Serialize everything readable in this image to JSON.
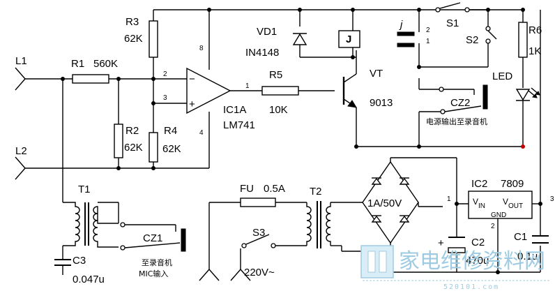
{
  "components": {
    "L1": "L1",
    "L2": "L2",
    "R1": "R1",
    "R1_value": "560K",
    "R2": "R2",
    "R2_value": "62K",
    "R3": "R3",
    "R3_value": "62K",
    "R4": "R4",
    "R4_value": "62K",
    "R5": "R5",
    "R5_value": "10K",
    "R6": "R6",
    "R6_value": "1K",
    "IC1": "IC1A",
    "IC1_model": "LM741",
    "VD1": "VD1",
    "VD1_model": "IN4148",
    "VT": "VT",
    "VT_model": "9013",
    "relay": "J",
    "relay_contact": "j",
    "S1": "S1",
    "S2": "S2",
    "S3": "S3",
    "LED": "LED",
    "CZ1": "CZ1",
    "CZ2": "CZ2",
    "T1": "T1",
    "T2": "T2",
    "FU": "FU",
    "FU_value": "0.5A",
    "bridge": "1A/50V",
    "IC2": "IC2",
    "IC2_model": "7809",
    "vin": "V",
    "vin_sub": "IN",
    "vout": "V",
    "vout_sub": "OUT",
    "gnd": "GND",
    "C1": "C1",
    "C1_value": "0.1u",
    "C2": "C2",
    "C2_value": "470u",
    "C3": "C3",
    "C3_value": "0.047u",
    "mains": "220V~"
  },
  "pins": {
    "op_in_minus": "2",
    "op_in_plus": "3",
    "op_out": "1",
    "op_vcc": "8",
    "op_gnd": "4",
    "relay_pin2": "2",
    "relay_pin1": "1",
    "ic2_in": "1",
    "ic2_out": "3",
    "ic2_gnd": "2"
  },
  "signs": {
    "minus": "−",
    "plus": "+",
    "cap_plus": "+"
  },
  "annotations": {
    "cz1_note_line1": "至录音机",
    "cz1_note_line2": "MIC输入",
    "cz2_note": "电源输出至录音机"
  },
  "watermark": {
    "text": "家电维修资料网",
    "url": "520101.com"
  }
}
